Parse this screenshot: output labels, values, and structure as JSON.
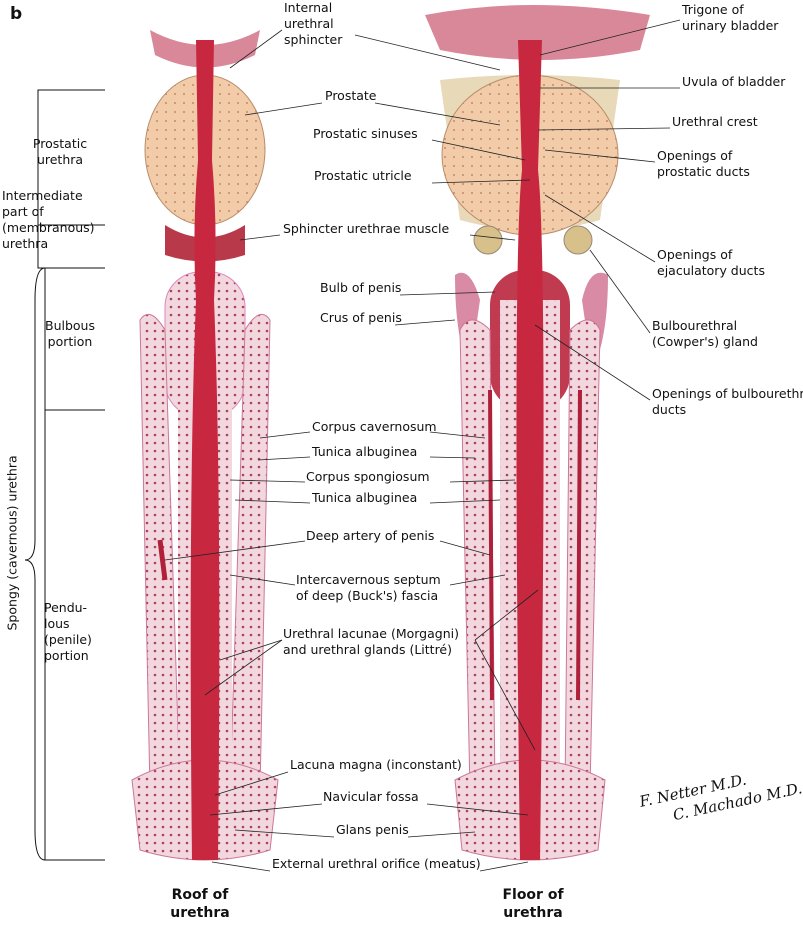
{
  "panel_letter": "b",
  "labels": {
    "internal_sphincter": [
      "Internal",
      "urethral",
      "sphincter"
    ],
    "trigone": [
      "Trigone of",
      "urinary bladder"
    ],
    "uvula": "Uvula of bladder",
    "prostate": "Prostate",
    "urethral_crest": "Urethral crest",
    "prostatic_sinuses": "Prostatic sinuses",
    "openings_prostatic": [
      "Openings of",
      "prostatic ducts"
    ],
    "prostatic_utricle": "Prostatic utricle",
    "prostatic_urethra": [
      "Prostatic",
      "urethra"
    ],
    "intermediate": [
      "Intermediate",
      "part of",
      "(membranous)",
      "urethra"
    ],
    "sphincter_urethrae": "Sphincter urethrae muscle",
    "openings_ejaculatory": [
      "Openings of",
      "ejaculatory ducts"
    ],
    "bulb": "Bulb of penis",
    "bulbous_portion": [
      "Bulbous",
      "portion"
    ],
    "crus": "Crus of penis",
    "bulbourethral": [
      "Bulbourethral",
      "(Cowper's) gland"
    ],
    "openings_bulbourethral": [
      "Openings of bulbourethral",
      "ducts"
    ],
    "corpus_cavernosum": "Corpus cavernosum",
    "tunica1": "Tunica albuginea",
    "corpus_spongiosum": "Corpus spongiosum",
    "tunica2": "Tunica albuginea",
    "deep_artery": "Deep artery of penis",
    "septum": [
      "Intercavernous septum",
      "of deep (Buck's) fascia"
    ],
    "spongy_urethra": "Spongy (cavernous) urethra",
    "pendulous": [
      "Pendu-",
      "lous",
      "(penile)",
      "portion"
    ],
    "lacunae": [
      "Urethral lacunae (Morgagni)",
      "and urethral glands (Littré)"
    ],
    "lacuna_magna": "Lacuna magna (inconstant)",
    "navicular": "Navicular fossa",
    "glans": "Glans penis",
    "meatus": "External urethral orifice (meatus)",
    "roof": [
      "Roof of",
      "urethra"
    ],
    "floor": [
      "Floor of",
      "urethra"
    ]
  },
  "signature": [
    "F. Netter M.D.",
    "C. Machado M.D."
  ],
  "colors": {
    "urethra": "#c8283f",
    "prostate": "#f2c9a6",
    "corpus": "#e9b8c8",
    "tunica": "#f6e3ea",
    "muscle": "#b83a4a"
  }
}
